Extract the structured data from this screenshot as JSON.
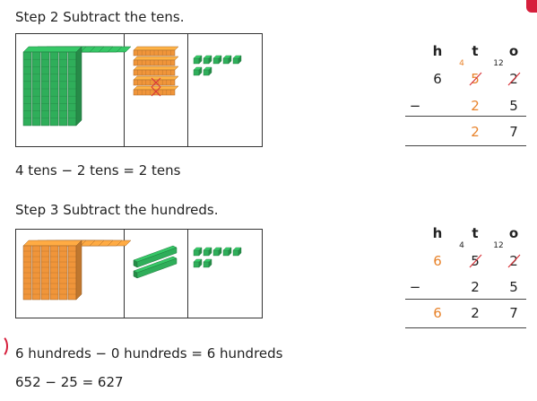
{
  "step2": {
    "title": "Step 2   Subtract the tens.",
    "equation": "4 tens − 2 tens = 2 tens",
    "table": {
      "headers": [
        "h",
        "t",
        "o"
      ],
      "top": [
        "6",
        "5",
        "2"
      ],
      "carry_t": "4",
      "carry_o": "12",
      "minus": "−",
      "sub": [
        "",
        "2",
        "5"
      ],
      "result": [
        "",
        "2",
        "7"
      ]
    }
  },
  "step3": {
    "title": "Step 3   Subtract the hundreds.",
    "equation": "6 hundreds − 0 hundreds = 6 hundreds",
    "table": {
      "headers": [
        "h",
        "t",
        "o"
      ],
      "top": [
        "6",
        "5",
        "2"
      ],
      "carry_t": "4",
      "carry_o": "12",
      "minus": "−",
      "sub": [
        "",
        "2",
        "5"
      ],
      "result": [
        "6",
        "2",
        "7"
      ]
    }
  },
  "final_equation": "652 − 25 = 627",
  "colors": {
    "green": "#2fae5a",
    "orange": "#f0953a",
    "red": "#d9343a",
    "accent": "#e8832b"
  },
  "icons": [
    "hundreds-block-icon",
    "tens-rod-icon",
    "ones-cube-icon",
    "cross-out-icon"
  ]
}
